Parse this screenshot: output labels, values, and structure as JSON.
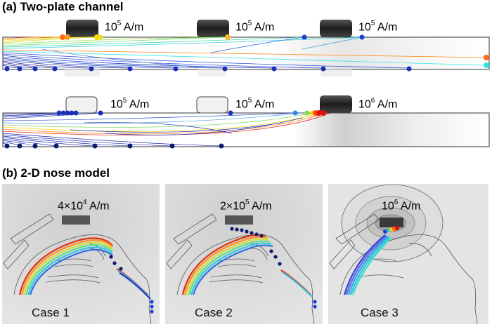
{
  "section_a": {
    "heading": "(a) Two-plate channel",
    "top_channel": {
      "magnets": [
        {
          "base": "10",
          "exp": "5",
          "unit": "A/m"
        },
        {
          "base": "10",
          "exp": "5",
          "unit": "A/m"
        },
        {
          "base": "10",
          "exp": "5",
          "unit": "A/m"
        }
      ]
    },
    "bottom_channel": {
      "magnets": [
        {
          "base": "10",
          "exp": "5",
          "unit": "A/m"
        },
        {
          "base": "10",
          "exp": "5",
          "unit": "A/m"
        },
        {
          "base": "10",
          "exp": "6",
          "unit": "A/m"
        }
      ]
    }
  },
  "section_b": {
    "heading": "(b) 2-D nose model",
    "panels": [
      {
        "field": "4×10",
        "exp": "4",
        "unit": "A/m",
        "case": "Case 1"
      },
      {
        "field": "2×10",
        "exp": "5",
        "unit": "A/m",
        "case": "Case 2"
      },
      {
        "field": "10",
        "exp": "6",
        "unit": "A/m",
        "case": "Case 3"
      }
    ]
  },
  "colors": {
    "channel_border": "#333333",
    "magnet_dark": "#2b2b2b",
    "magnet_light": "#e8e8e8",
    "particle_blue": "#1a2fb8",
    "particle_navy": "#0d1a6e",
    "particle_orange": "#ff7a1a",
    "particle_yellow": "#ffd400",
    "particle_cyan": "#30e8e0",
    "particle_red": "#e01010"
  }
}
